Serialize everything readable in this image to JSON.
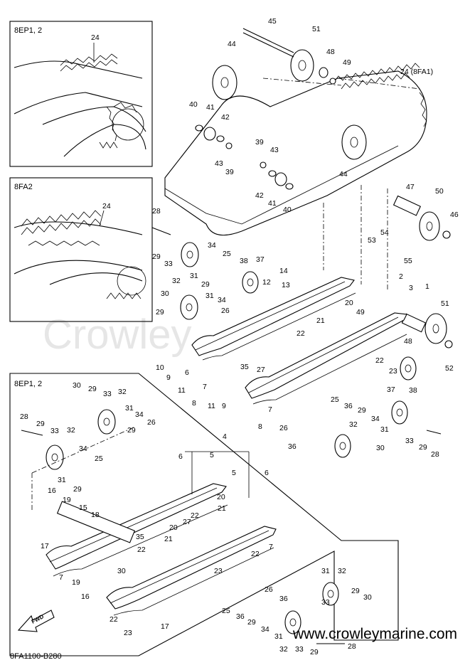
{
  "inset_boxes": [
    {
      "label": "8EP1, 2",
      "part": "24"
    },
    {
      "label": "8FA2",
      "part": "24"
    },
    {
      "label": "8EP1, 2"
    }
  ],
  "track_label": "24 (8FA1)",
  "watermark": "Crowley",
  "footer": {
    "diagram_code": "8FA1100-B280",
    "fwd_label": "FWD",
    "website": "www.crowleymarine.com"
  },
  "callouts": {
    "upper": [
      "45",
      "51",
      "44",
      "48",
      "49",
      "40",
      "41",
      "42",
      "43",
      "39",
      "39",
      "43",
      "42",
      "41",
      "40",
      "44",
      "47",
      "50",
      "46",
      "54",
      "53",
      "55",
      "2",
      "3",
      "1",
      "28",
      "29",
      "33",
      "34",
      "25",
      "38",
      "37",
      "14",
      "12",
      "13",
      "32",
      "31",
      "29",
      "30",
      "31",
      "34",
      "29",
      "26",
      "49",
      "51",
      "20",
      "48",
      "21",
      "22",
      "52",
      "35",
      "10",
      "27",
      "22",
      "23",
      "9",
      "11",
      "7",
      "6",
      "8",
      "37",
      "38",
      "11",
      "9",
      "25",
      "36",
      "7",
      "8",
      "26",
      "36",
      "29",
      "32",
      "30",
      "34",
      "31",
      "33",
      "29",
      "28"
    ],
    "lower": [
      "30",
      "29",
      "33",
      "32",
      "28",
      "29",
      "33",
      "32",
      "31",
      "34",
      "26",
      "29",
      "34",
      "25",
      "31",
      "29",
      "4",
      "6",
      "5",
      "16",
      "19",
      "15",
      "18",
      "5",
      "6",
      "20",
      "22",
      "27",
      "20",
      "21",
      "17",
      "35",
      "22",
      "21",
      "30",
      "22",
      "7",
      "19",
      "23",
      "16",
      "31",
      "32",
      "7",
      "26",
      "29",
      "30",
      "36",
      "25",
      "33",
      "22",
      "36",
      "29",
      "23",
      "17",
      "34",
      "31",
      "32",
      "33",
      "28",
      "29"
    ]
  }
}
